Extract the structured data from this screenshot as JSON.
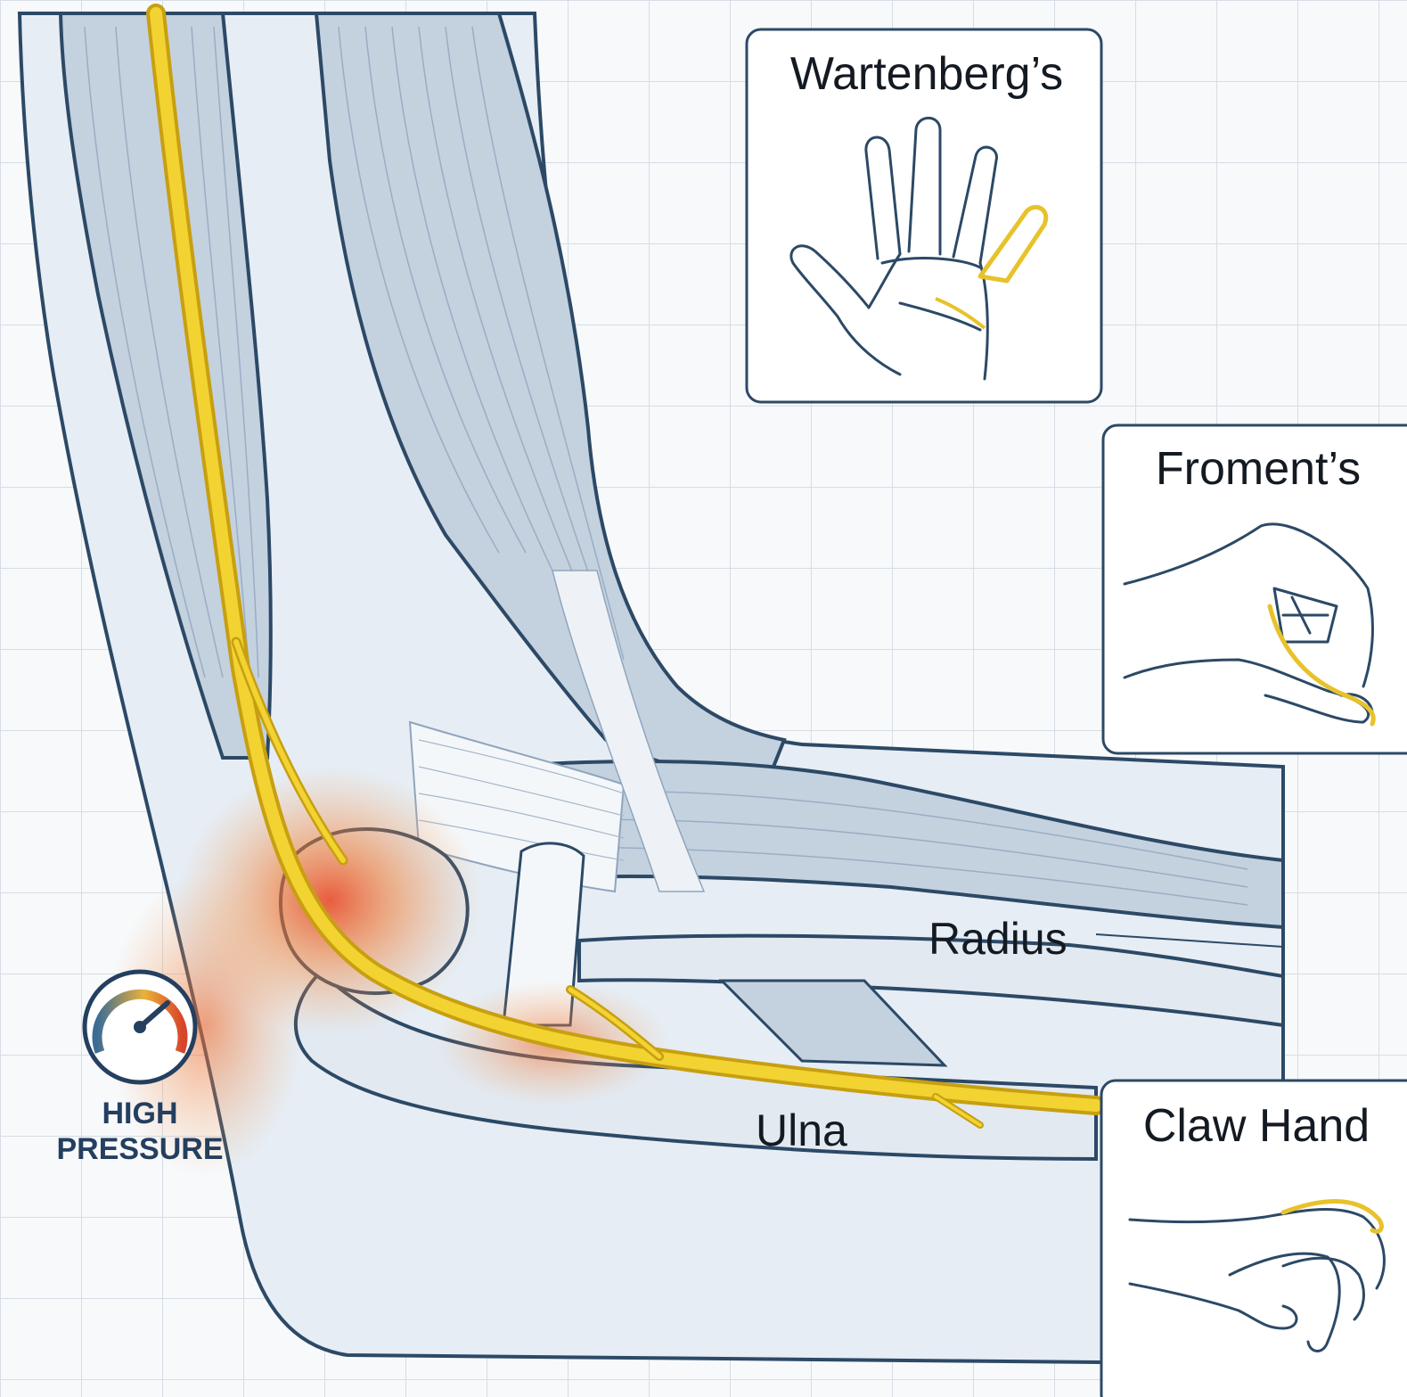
{
  "diagram": {
    "labels": {
      "radius": "Radius",
      "ulna": "Ulna"
    },
    "pressure_gauge": {
      "icon": "pressure-gauge-icon",
      "line1": "HIGH",
      "line2": "PRESSURE"
    },
    "panels": {
      "wartenberg": {
        "title": "Wartenberg’s",
        "icon": "open-hand-icon"
      },
      "froment": {
        "title": "Froment’s",
        "icon": "pinch-hand-icon"
      },
      "claw_hand": {
        "title": "Claw Hand",
        "icon": "claw-hand-icon"
      }
    },
    "colors": {
      "outline": "#2c4966",
      "muscle_fill": "#c4d1df",
      "bone_fill": "#e2e9f1",
      "nerve": "#f2d331",
      "nerve_edge": "#c79f11",
      "inflammation": "#ef6a2c",
      "grid": "#d6dde5"
    }
  }
}
